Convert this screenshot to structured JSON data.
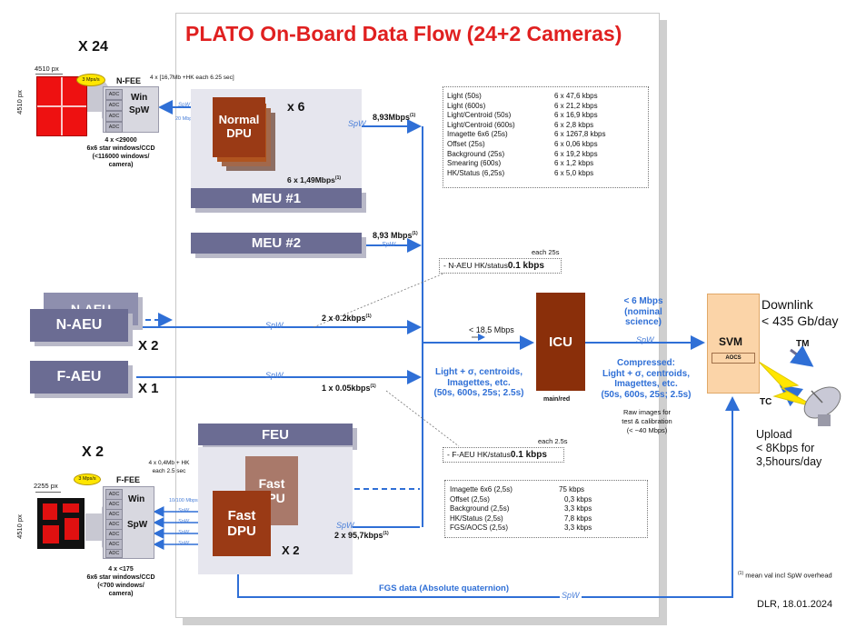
{
  "title": "PLATO On-Board Data Flow (24+2 Cameras)",
  "ncam": {
    "count_label": "X 24",
    "width_px": "4510 px",
    "height_px": "4510 px",
    "fee_label": "N-FEE",
    "rate_badge": "3 Mps/s",
    "readout": "4 x [16,7Mb +HK each 6.25 sec]",
    "win": "Win",
    "spw": "SpW",
    "adc": "ADC",
    "link_speed": "20 Mbps",
    "windows": [
      "4 x <29000",
      "6x6 star windows/CCD",
      "(<116000 windows/",
      "camera)"
    ]
  },
  "meu1": {
    "dpu_line1": "Normal",
    "dpu_line2": "DPU",
    "mult": "x 6",
    "label": "MEU #1",
    "inner_rate": "6 x 1,49Mbps",
    "inner_sup": "(1)",
    "out_rate": "8,93Mbps",
    "out_sup": "(1)"
  },
  "meu2": {
    "label": "MEU #2",
    "out_rate": "8,93 Mbps",
    "out_sup": "(1)"
  },
  "meu_table": [
    [
      "Light (50s)",
      "6 x 47,6 kbps"
    ],
    [
      "Light (600s)",
      "6 x 21,2 kbps"
    ],
    [
      "Light/Centroid (50s)",
      "6 x 16,9 kbps"
    ],
    [
      "Light/Centroid (600s)",
      "6 x 2,8 kbps"
    ],
    [
      "Imagette 6x6 (25s)",
      "6 x 1267,8 kbps"
    ],
    [
      "Offset (25s)",
      "6 x 0,06 kbps"
    ],
    [
      "Background (25s)",
      "6 x 19,2 kbps"
    ],
    [
      "Smearing (600s)",
      "6 x 1,2 kbps"
    ],
    [
      "HK/Status (6,25s)",
      "6 x 5,0 kbps"
    ]
  ],
  "naeu_hk": {
    "each": "each 25s",
    "prefix": "- N-AEU HK/status",
    "rate": "0.1 kbps"
  },
  "naeu": {
    "shadow_label": "N-AEU",
    "label": "N-AEU",
    "mult": "X 2",
    "rate": "2 x 0.2kbps",
    "sup": "(1)"
  },
  "faeu": {
    "label": "F-AEU",
    "mult": "X 1",
    "rate": "1 x 0.05kbps",
    "sup": "(1)"
  },
  "icu": {
    "label": "ICU",
    "sub": "main/red",
    "in_rate": "< 18,5 Mbps",
    "products": [
      "Light + σ, centroids,",
      "Imagettes, etc.",
      "(50s, 600s, 25s; 2.5s)"
    ]
  },
  "icu_out": {
    "nominal": [
      "< 6 Mbps",
      "(nominal",
      "science)"
    ],
    "compressed": [
      "Compressed:",
      "Light + σ, centroids,",
      "Imagettes, etc.",
      "(50s, 600s, 25s; 2.5s)"
    ],
    "raw": [
      "Raw images for",
      "test & calibration",
      "(< ~40 Mbps)"
    ]
  },
  "svm": {
    "label": "SVM",
    "aocs": "AOCS"
  },
  "downlink": {
    "title": "Downlink",
    "rate": "< 435 Gb/day",
    "tm": "TM",
    "tc": "TC",
    "upload": [
      "Upload",
      "< 8Kbps for",
      "3,5hours/day"
    ]
  },
  "fcam": {
    "count_label": "X 2",
    "width_px": "2255 px",
    "height_px": "4510 px",
    "fee_label": "F-FEE",
    "rate_badge": "3 Mps/s",
    "readout": [
      "4 x 0,4Mb + HK",
      "each 2.5 sec"
    ],
    "win": "Win",
    "spw": "SpW",
    "adc": "ADC",
    "link_speed": "10/100 Mbps",
    "windows": [
      "4 x <175",
      "6x6 star windows/CCD",
      "(<700 windows/",
      "camera)"
    ]
  },
  "feu": {
    "label": "FEU",
    "shadow_dpu": [
      "Fast",
      "DPU"
    ],
    "dpu": [
      "Fast",
      "DPU"
    ],
    "mult": "X 2",
    "out_rate": "2 x 95,7kbps",
    "out_sup": "(1)"
  },
  "faeu_hk": {
    "each": "each 2.5s",
    "prefix": "- F-AEU HK/status",
    "rate": "0.1 kbps"
  },
  "feu_table": [
    [
      "Imagette 6x6 (2,5s)",
      "75 kbps"
    ],
    [
      "Offset (2,5s)",
      "0,3 kbps"
    ],
    [
      "Background (2,5s)",
      "3,3 kbps"
    ],
    [
      "HK/Status (2,5s)",
      "7,8 kbps"
    ],
    [
      "FGS/AOCS (2,5s)",
      "3,3 kbps"
    ]
  ],
  "fgs": "FGS data (Absolute quaternion)",
  "spw_link": "SpW",
  "footnote_sup": "(1)",
  "footnote": "mean val incl SpW overhead",
  "credit": "DLR, 18.01.2024",
  "colors": {
    "title": "#e02020",
    "arrow": "#2f6fd6",
    "dpu": "#9a3a15",
    "meu": "#6b6c93",
    "svm": "#fbd4a8"
  }
}
